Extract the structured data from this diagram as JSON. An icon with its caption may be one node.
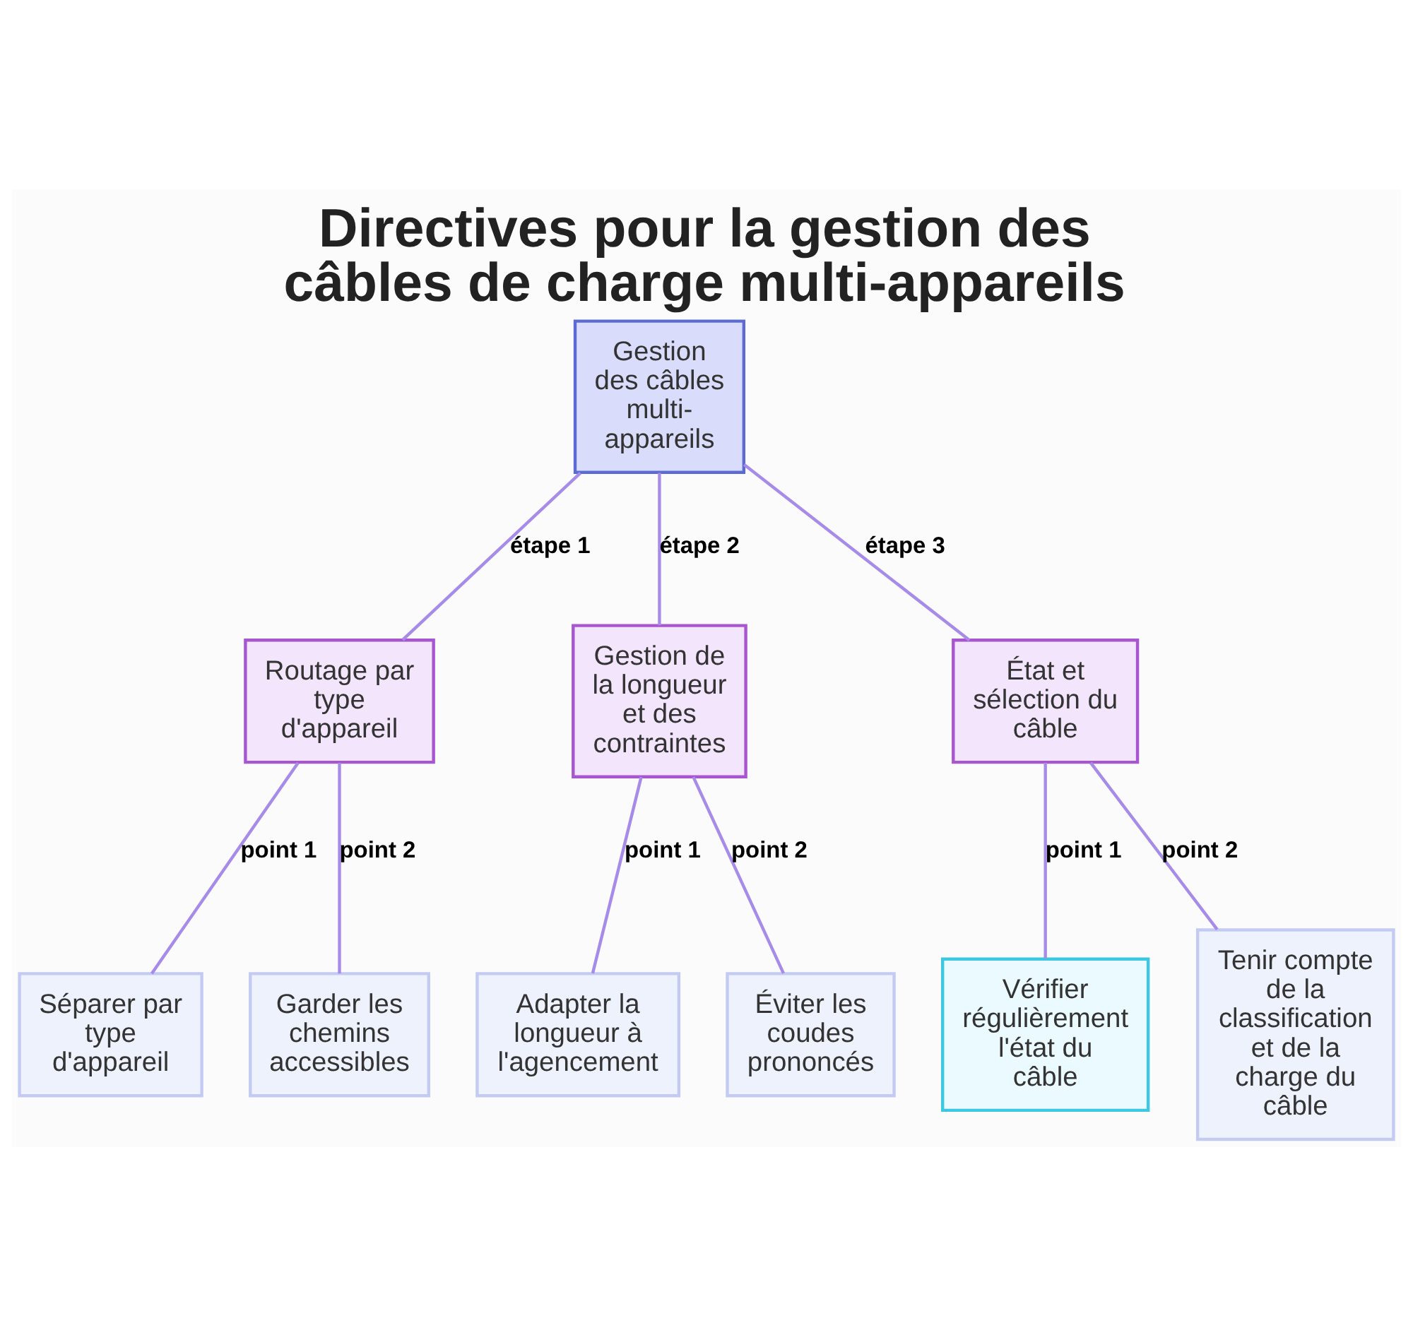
{
  "diagram": {
    "title": "Directives pour la gestion des câbles de charge multi-appareils",
    "nodes": [
      {
        "text": [
          "Gestion des câbles multi-appareils"
        ]
      },
      {
        "text": [
          "Routage par type d'appareil"
        ]
      },
      {
        "text": [
          "Gestion de la longueur et des contraintes"
        ]
      },
      {
        "text": [
          "État et sélection du câble"
        ]
      },
      {
        "text": [
          "Séparer par type d'appareil"
        ]
      },
      {
        "text": [
          "Garder les chemins accessibles"
        ]
      },
      {
        "text": [
          "Adapter la longueur à l'agencement"
        ]
      },
      {
        "text": [
          "Éviter les coudes prononcés"
        ]
      },
      {
        "text": [
          "Vérifier régulièrement l'état du câble"
        ]
      },
      {
        "text": [
          "Tenir compte de la classification et de la charge du câble"
        ]
      }
    ],
    "edges": [
      {
        "from": 0,
        "to": 1,
        "arrow": "none",
        "label": "étape 1"
      },
      {
        "from": 0,
        "to": 2,
        "arrow": "none",
        "label": "étape 2"
      },
      {
        "from": 0,
        "to": 3,
        "arrow": "none",
        "label": "étape 3"
      },
      {
        "from": 1,
        "to": 4,
        "arrow": "none",
        "label": "point 1"
      },
      {
        "from": 1,
        "to": 5,
        "arrow": "none",
        "label": "point 2"
      },
      {
        "from": 2,
        "to": 6,
        "arrow": "none",
        "label": "point 1"
      },
      {
        "from": 2,
        "to": 7,
        "arrow": "none",
        "label": "point 2"
      },
      {
        "from": 3,
        "to": 8,
        "arrow": "none",
        "label": "point 1"
      },
      {
        "from": 3,
        "to": 9,
        "arrow": "none",
        "label": "point 2"
      }
    ]
  }
}
